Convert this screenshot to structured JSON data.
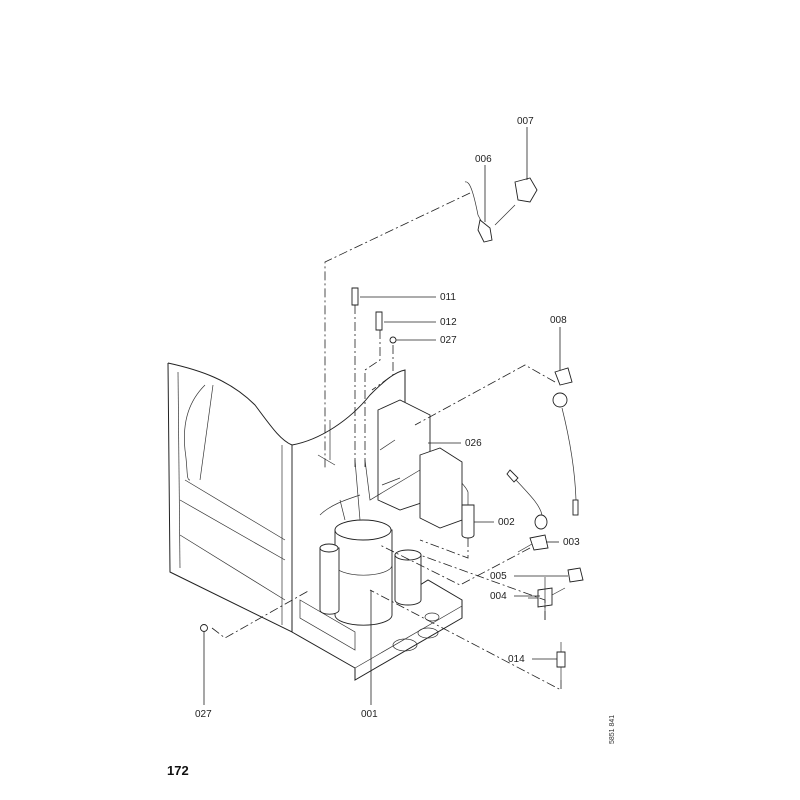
{
  "diagram": {
    "callouts": {
      "p007": "007",
      "p006": "006",
      "p011": "011",
      "p012": "012",
      "p027a": "027",
      "p008": "008",
      "p026": "026",
      "p002": "002",
      "p003": "003",
      "p005": "005",
      "p004": "004",
      "p014": "014",
      "p027b": "027",
      "p001": "001"
    },
    "page_number": "172",
    "drawing_code": "5851 841"
  }
}
